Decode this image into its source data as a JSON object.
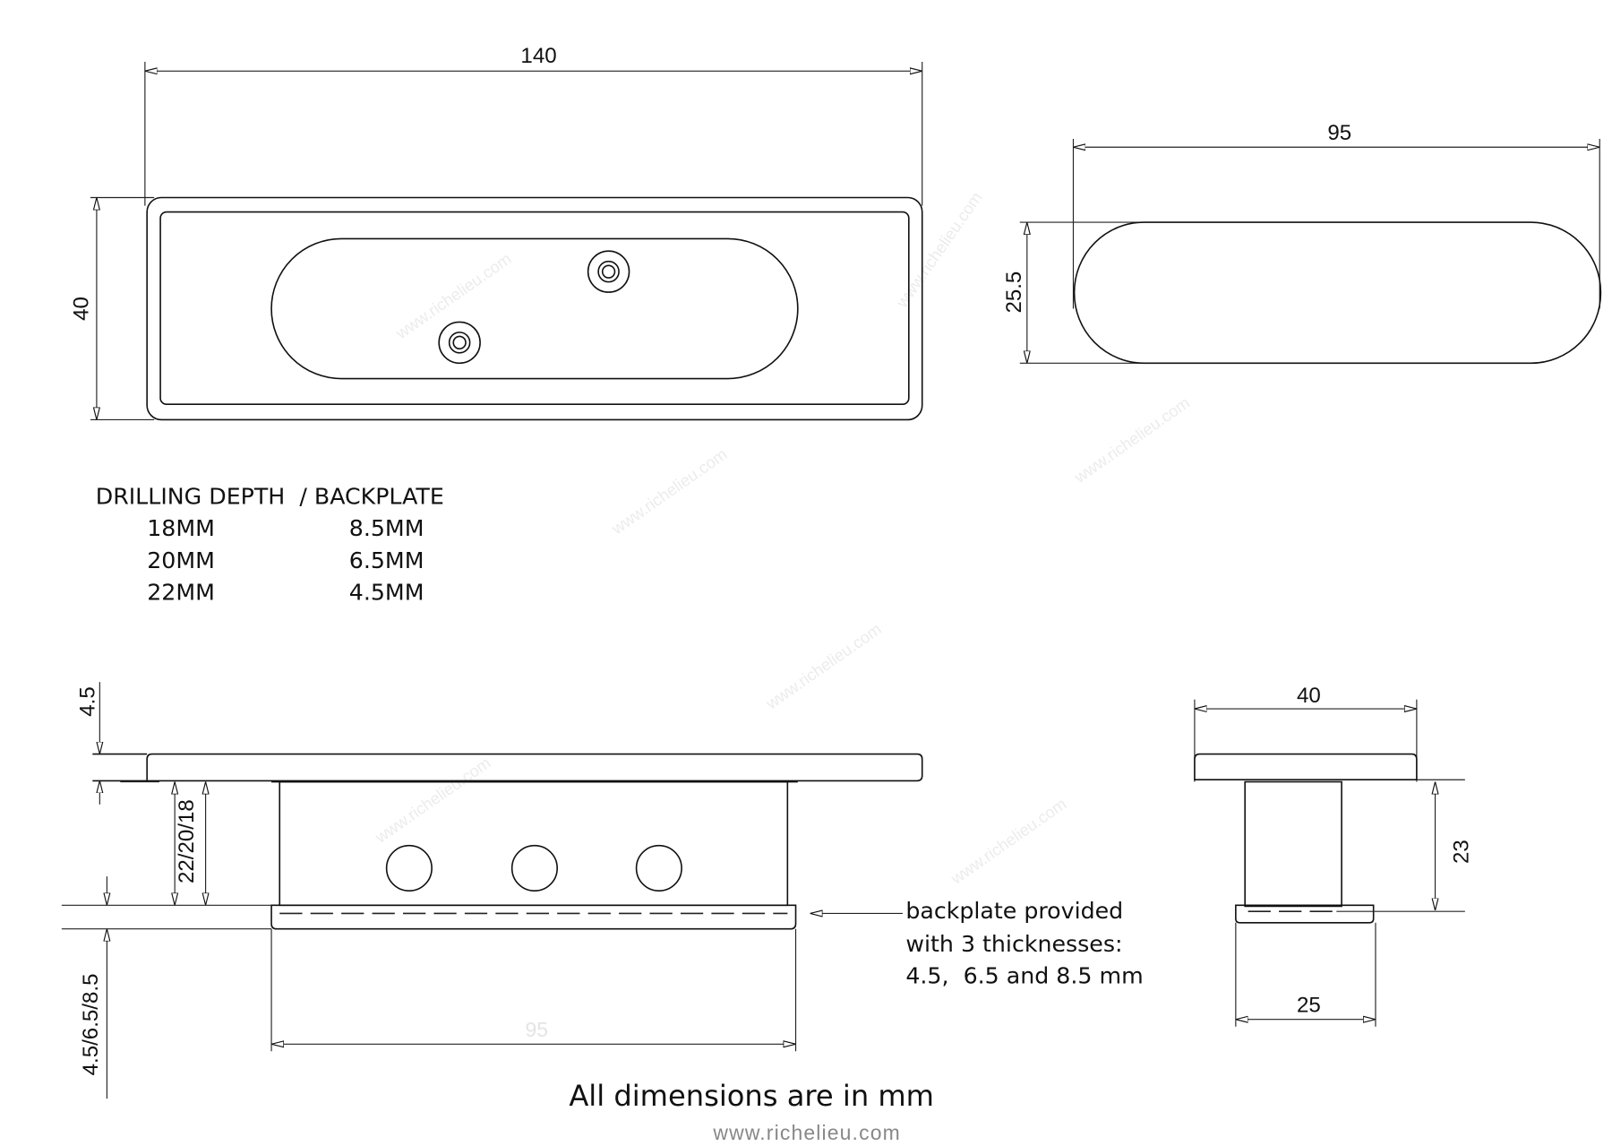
{
  "top_view": {
    "width_label": "140",
    "height_label": "40"
  },
  "side_view": {
    "width_label": "95",
    "height_label": "25.5"
  },
  "table": {
    "header": "DRILLING DEPTH  / BACKPLATE",
    "rows": [
      {
        "depth": "18MM",
        "backplate": "8.5MM"
      },
      {
        "depth": "20MM",
        "backplate": "6.5MM"
      },
      {
        "depth": "22MM",
        "backplate": "4.5MM"
      }
    ]
  },
  "front_view": {
    "top_thickness_label": "4.5",
    "depth_label": "22/20/18",
    "backplate_label": "4.5/6.5/8.5",
    "width_label": "95",
    "note_line1": "backplate provided",
    "note_line2": "with 3 thicknesses:",
    "note_line3": "4.5,  6.5 and 8.5 mm"
  },
  "end_view": {
    "top_width_label": "40",
    "height_label": "23",
    "bottom_width_label": "25"
  },
  "footer": {
    "units_note": "All dimensions are in mm",
    "website": "www.richelieu.com"
  },
  "watermark": "www.richelieu.com"
}
